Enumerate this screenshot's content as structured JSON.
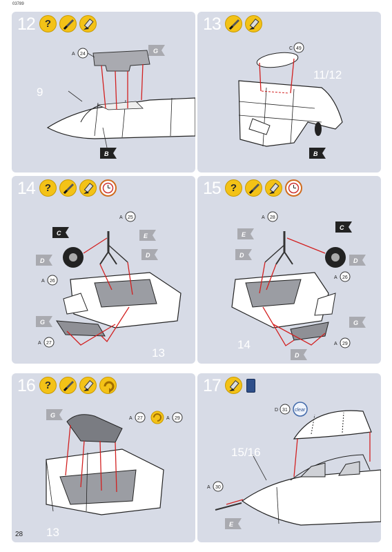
{
  "doc_code": "03789",
  "page_number": "28",
  "colors": {
    "panel_bg": "#d7dbe6",
    "arrow_red": "#d22020",
    "icon_yellow": "#f3c217",
    "flag_dark": "#222222",
    "flag_grey": "#a9aab0"
  },
  "steps": [
    {
      "number": "12",
      "icons": [
        "question-icon",
        "file-icon",
        "glue-icon"
      ],
      "labels": {
        "part_a": "A",
        "part_a_num": "24",
        "flag_g": "G",
        "flag_b": "B",
        "ref": "9"
      }
    },
    {
      "number": "13",
      "icons": [
        "file-icon",
        "glue-icon"
      ],
      "labels": {
        "part_c": "C",
        "part_c_num": "49",
        "flag_b": "B",
        "ref": "11/12"
      }
    },
    {
      "number": "14",
      "icons": [
        "question-icon",
        "file-icon",
        "glue-icon",
        "clock-icon"
      ],
      "labels": {
        "part_a25": "A",
        "num25": "25",
        "part_a26": "A",
        "num26": "26",
        "part_a27": "A",
        "num27": "27",
        "flag_c": "C",
        "flag_e": "E",
        "flag_d": "D",
        "flag_d2": "D",
        "flag_g": "G",
        "ref": "13"
      }
    },
    {
      "number": "15",
      "icons": [
        "question-icon",
        "file-icon",
        "glue-icon",
        "clock-icon"
      ],
      "labels": {
        "part_a28": "A",
        "num28": "28",
        "part_a26": "A",
        "num26": "26",
        "part_a29": "A",
        "num29": "29",
        "flag_c": "C",
        "flag_e": "E",
        "flag_d": "D",
        "flag_d2": "D",
        "flag_d3": "D",
        "flag_g": "G",
        "ref": "14"
      }
    },
    {
      "number": "16",
      "icons": [
        "question-icon",
        "file-icon",
        "glue-icon",
        "rotate-icon"
      ],
      "labels": {
        "part_a27": "A",
        "num27": "27",
        "part_a29": "A",
        "num29": "29",
        "flag_g": "G",
        "ref": "13"
      }
    },
    {
      "number": "17",
      "icons": [
        "glue-icon",
        "paint-pot-icon"
      ],
      "labels": {
        "part_d": "D",
        "num31": "31",
        "clear": "clear",
        "part_a30": "A",
        "num30": "30",
        "flag_e": "E",
        "ref": "15/16"
      }
    }
  ]
}
